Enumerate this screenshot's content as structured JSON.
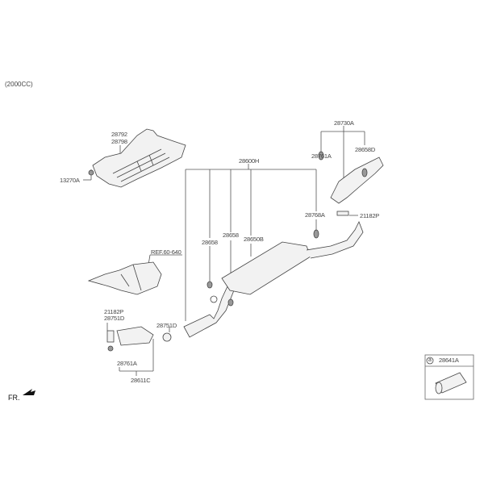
{
  "header": {
    "engine": "(2000CC)"
  },
  "colors": {
    "line": "#555555",
    "part_stroke": "#444444",
    "part_fill": "#f2f2f2",
    "background": "#ffffff"
  },
  "parts": {
    "under_cover_upper": "28792",
    "under_cover_lower": "28798",
    "bolt": "13270A",
    "heat_protector_ref": "REF.60-640",
    "front_pipe_assy": "28611C",
    "front_gasket": "21182P",
    "front_flange_gasket": "28751D",
    "front_hanger": "28761A",
    "center_gasket": "28751D",
    "muffler_assy": "28600H",
    "hanger_left": "28658",
    "hanger_right": "28658",
    "center_muffler": "28650B",
    "rear_hanger": "28768A",
    "rear_assy": "28730A",
    "rear_assy_hanger": "28761A",
    "tail_hanger": "28658D",
    "rear_gasket": "21182P"
  },
  "callout": {
    "marker": "a",
    "part": "28641A"
  },
  "direction": {
    "label": "FR."
  }
}
